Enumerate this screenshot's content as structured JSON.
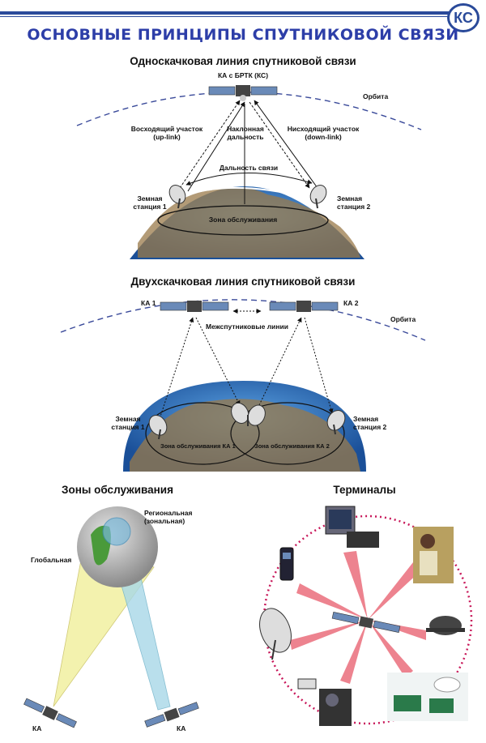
{
  "title": "ОСНОВНЫЕ ПРИНЦИПЫ СПУТНИКОВОЙ СВЯЗИ",
  "logo": "КС",
  "single_hop": {
    "heading": "Односкачковая линия спутниковой связи",
    "satellite": "КА с БРТК (КС)",
    "orbit": "Орбита",
    "uplink": "Восходящий участок\n(up-link)",
    "slant": "Наклонная\nдальность",
    "downlink": "Нисходящий участок\n(down-link)",
    "range": "Дальность связи",
    "station1": "Земная\nстанция 1",
    "station2": "Земная\nстанция 2",
    "zone": "Зона обслуживания"
  },
  "double_hop": {
    "heading": "Двухскачковая линия спутниковой связи",
    "sat1": "КА 1",
    "sat2": "КА 2",
    "orbit": "Орбита",
    "intersat": "Межспутниковые линии",
    "station1": "Земная\nстанция 1",
    "station2": "Земная\nстанция 2",
    "zone1": "Зона обслуживания КА 1",
    "zone2": "Зона обслуживания КА 2"
  },
  "zones": {
    "heading": "Зоны обслуживания",
    "regional": "Региональная\n(зональная)",
    "global": "Глобальная",
    "sat_left": "КА",
    "sat_right": "КА"
  },
  "terminals": {
    "heading": "Терминалы"
  },
  "colors": {
    "title": "#2d3ea8",
    "ocean": "#2a6fb8",
    "land": "#9a7a4a",
    "orbit": "#3a4a9a",
    "ring": "#c8185a",
    "beam_global": "#f2f0a0",
    "beam_regional": "#a8d8e8",
    "beam_terminal": "#e85a6a"
  }
}
